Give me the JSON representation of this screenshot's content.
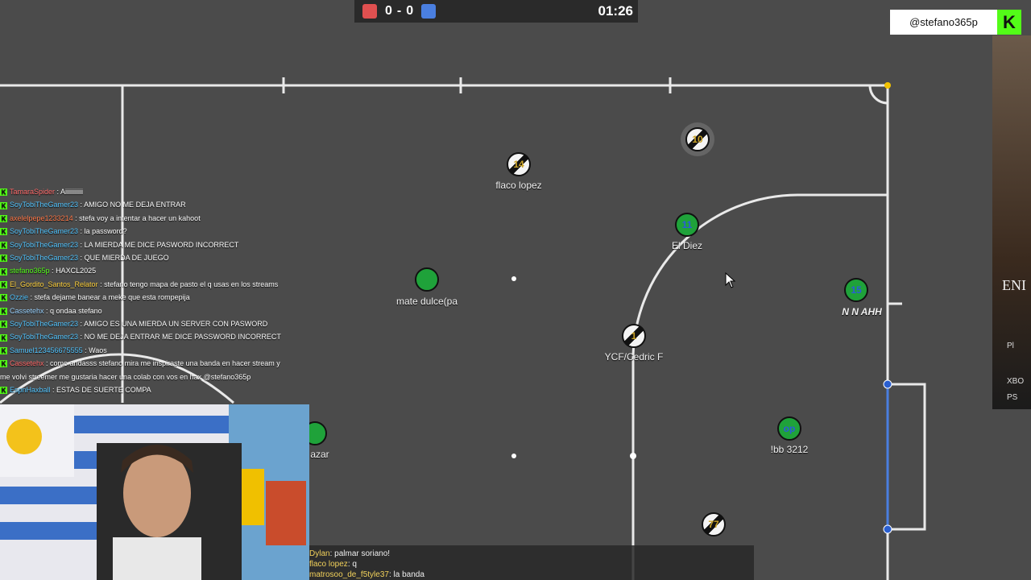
{
  "scoreboard": {
    "red_score": "0",
    "separator": "-",
    "blue_score": "0",
    "timer": "01:26",
    "red_color": "#e05050",
    "blue_color": "#4a7fe0"
  },
  "stream": {
    "handle": "@stefano365p",
    "logo_letter": "K",
    "logo_color": "#53fc18"
  },
  "side_ad": {
    "text": "ENI",
    "row_pl": "Pl",
    "row_xbox": "XBO",
    "row_ps": "PS"
  },
  "players": [
    {
      "num": "14",
      "name": "flaco lopez",
      "style": "stripe"
    },
    {
      "num": "10",
      "name": "",
      "style": "stripe"
    },
    {
      "num": "11",
      "name": "El Diez",
      "style": "green"
    },
    {
      "num": "",
      "name": "mate dulce(pa",
      "style": "green"
    },
    {
      "num": "15",
      "name": "N N AHH",
      "style": "green"
    },
    {
      "num": "1",
      "name": "YCF/Cedric F",
      "style": "stripe"
    },
    {
      "num": "op",
      "name": "!bb 3212",
      "style": "green"
    },
    {
      "num": "",
      "name": "azar",
      "style": "green"
    },
    {
      "num": "77",
      "name": "",
      "style": "stripe"
    }
  ],
  "chat": [
    {
      "user": "TamaraSpider",
      "msg": "Aiiiiiiiiiii",
      "color": "#ff6b6b"
    },
    {
      "user": "SoyTobiTheGamer23",
      "msg": "AMIGO NO ME DEJA ENTRAR",
      "color": "#53c5ff"
    },
    {
      "user": "axelelpepe1233214",
      "msg": "stefa voy a intentar a hacer un kahoot",
      "color": "#ff7a4a"
    },
    {
      "user": "SoyTobiTheGamer23",
      "msg": "la password?",
      "color": "#53c5ff"
    },
    {
      "user": "SoyTobiTheGamer23",
      "msg": "LA MIERDA ME DICE PASWORD INCORRECT",
      "color": "#53c5ff"
    },
    {
      "user": "SoyTobiTheGamer23",
      "msg": "QUE MIERDA DE JUEGO",
      "color": "#53c5ff"
    },
    {
      "user": "stefano365p",
      "msg": "HAXCL2025",
      "color": "#53fc18"
    },
    {
      "user": "El_Gordito_Santos_Relator",
      "msg": "stefano tengo mapa de pasto el q usas en los streams",
      "color": "#ffd23f"
    },
    {
      "user": "Ozzie",
      "msg": "stefa dejame banear a meke que esta rompepija",
      "color": "#53c5ff"
    },
    {
      "user": "Cassetehx",
      "msg": "q ondaa stefano",
      "color": "#9bd3ff"
    },
    {
      "user": "SoyTobiTheGamer23",
      "msg": "AMIGO ES UNA MIERDA UN SERVER CON PASWORD",
      "color": "#53c5ff"
    },
    {
      "user": "SoyTobiTheGamer23",
      "msg": "NO ME DEJA ENTRAR ME DICE PASSWORD INCORRECT",
      "color": "#53c5ff"
    },
    {
      "user": "Samuel123456675555",
      "msg": "Waos",
      "color": "#53c5ff"
    },
    {
      "user": "Cassetehx",
      "msg": "como andasss stefano mira me inspiraste una banda en hacer stream y me volvi streemer me gustaria hacer una colab con vos en hax @stefano365p",
      "color": "#ff6b6b"
    },
    {
      "user": "EspnHaxball",
      "msg": "ESTAS DE SUERTE COMPA",
      "color": "#53c5ff"
    }
  ],
  "bottom_chat": [
    {
      "user": "Dylan",
      "msg": "palmar soriano!"
    },
    {
      "user": "flaco lopez",
      "msg": "q"
    },
    {
      "user": "matrosoo_de_f5tyle37",
      "msg": "la banda"
    }
  ]
}
